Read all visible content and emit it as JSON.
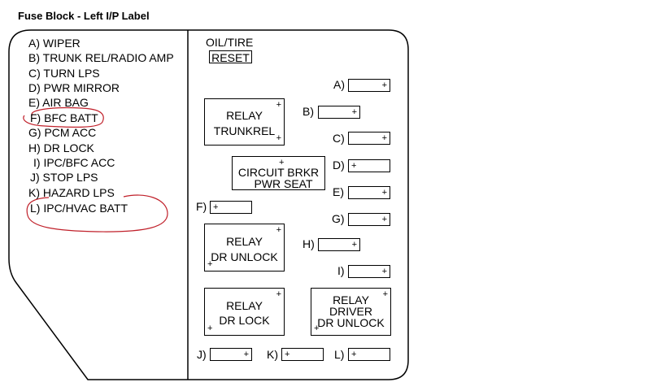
{
  "title": "Fuse Block -  Left I/P Label",
  "legend": [
    "A) WIPER",
    "B) TRUNK REL/RADIO AMP",
    "C) TURN LPS",
    "D) PWR MIRROR",
    "E) AIR BAG",
    "F) BFC BATT",
    "G) PCM ACC",
    "H) DR LOCK",
    "I) IPC/BFC ACC",
    "J) STOP LPS",
    "K) HAZARD LPS",
    "L) IPC/HVAC BATT"
  ],
  "oil_tire": {
    "label": "OIL/TIRE",
    "button": "RESET"
  },
  "plus": "+",
  "fuses": {
    "A": "A)",
    "B": "B)",
    "C": "C)",
    "D": "D)",
    "E": "E)",
    "F": "F)",
    "G": "G)",
    "H": "H)",
    "I": "I)",
    "J": "J)",
    "K": "K)",
    "L": "L)"
  },
  "relays": {
    "trunkrel": {
      "line1": "RELAY",
      "line2": "TRUNKREL"
    },
    "circuit_brkr": {
      "line1": "CIRCUIT BRKR",
      "line2": "PWR SEAT"
    },
    "dr_unlock": {
      "line1": "RELAY",
      "line2": "DR UNLOCK"
    },
    "dr_lock": {
      "line1": "RELAY",
      "line2": "DR LOCK"
    },
    "driver_dr_unlock": {
      "line1": "RELAY",
      "line2": "DRIVER",
      "line3": "DR UNLOCK"
    }
  },
  "colors": {
    "annotation": "#c0202a",
    "line": "#000000"
  }
}
